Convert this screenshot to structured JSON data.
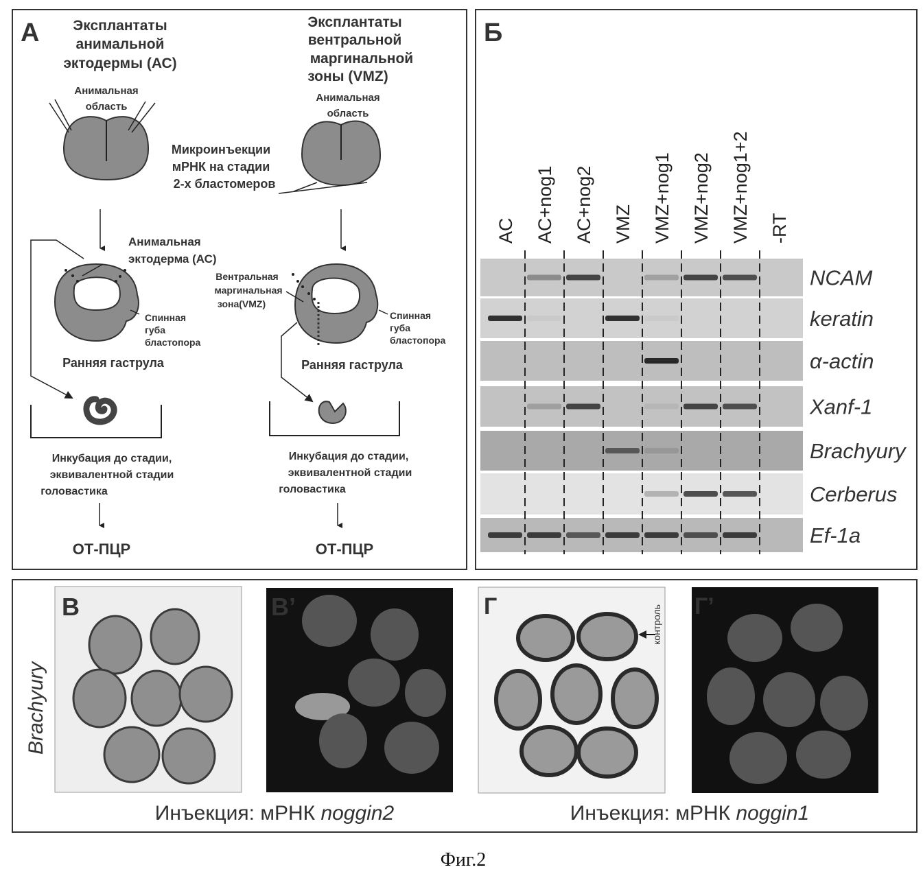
{
  "panel_a": {
    "letter": "А",
    "left_title": [
      "Эксплантаты",
      "анимальной",
      "эктодермы (АС)"
    ],
    "right_title": [
      "Эксплантаты",
      "вентральной",
      "маргинальной",
      "зоны (VMZ)"
    ],
    "animal_region": [
      "Анимальная",
      "область"
    ],
    "microinjection": [
      "Микроинъекции",
      "мРНК на стадии",
      "2-х бластомеров"
    ],
    "animal_ectoderm": [
      "Анимальная",
      "эктодерма (АС)"
    ],
    "vmz_label": [
      "Вентральная",
      "маргинальная",
      "зона(VMZ)"
    ],
    "dorsal_lip": [
      "Спинная",
      "губа",
      "бластопора"
    ],
    "early_gastrula": "Ранняя гаструла",
    "incubation": [
      "Инкубация до стадии,",
      "эквивалентной стадии",
      "головастика"
    ],
    "rt_pcr": "ОТ-ПЦР"
  },
  "panel_b": {
    "letter": "Б",
    "lanes": [
      "AC",
      "AC+nog1",
      "AC+nog2",
      "VMZ",
      "VMZ+nog1",
      "VMZ+nog2",
      "VMZ+nog1+2",
      "-RT"
    ],
    "genes": [
      {
        "name": "NCAM",
        "bg": "#c9c9c9",
        "bands": [
          0,
          0.5,
          0.8,
          0,
          0.4,
          0.8,
          0.75,
          0
        ]
      },
      {
        "name": "keratin",
        "bg": "#d2d2d2",
        "bands": [
          0.9,
          0.15,
          0,
          0.9,
          0.15,
          0,
          0,
          0
        ]
      },
      {
        "name": "α-actin",
        "bg": "#bebebe",
        "bands": [
          0,
          0,
          0,
          0,
          0.95,
          0,
          0,
          0
        ]
      },
      {
        "name": "Xanf-1",
        "bg": "#c2c2c2",
        "bands": [
          0,
          0.4,
          0.8,
          0,
          0.25,
          0.8,
          0.75,
          0
        ]
      },
      {
        "name": "Brachyury",
        "bg": "#a9a9a9",
        "bands": [
          0,
          0,
          0,
          0.7,
          0.4,
          0,
          0,
          0
        ]
      },
      {
        "name": "Cerberus",
        "bg": "#e3e3e3",
        "bands": [
          0,
          0,
          0,
          0,
          0.35,
          0.75,
          0.7,
          0
        ]
      },
      {
        "name": "Ef-1a",
        "bg": "#b9b9b9",
        "bands": [
          0.85,
          0.85,
          0.7,
          0.85,
          0.85,
          0.75,
          0.85,
          0
        ]
      }
    ]
  },
  "panel_c": {
    "side_label": "Brachyury",
    "letters": [
      "В",
      "В’",
      "Г",
      "Г’"
    ],
    "control_label": "контроль",
    "caption_left_prefix": "Инъекция: мРНК ",
    "caption_left_gene": "noggin2",
    "caption_right_prefix": "Инъекция: мРНК ",
    "caption_right_gene": "noggin1"
  },
  "figure_caption": "Фиг.2"
}
